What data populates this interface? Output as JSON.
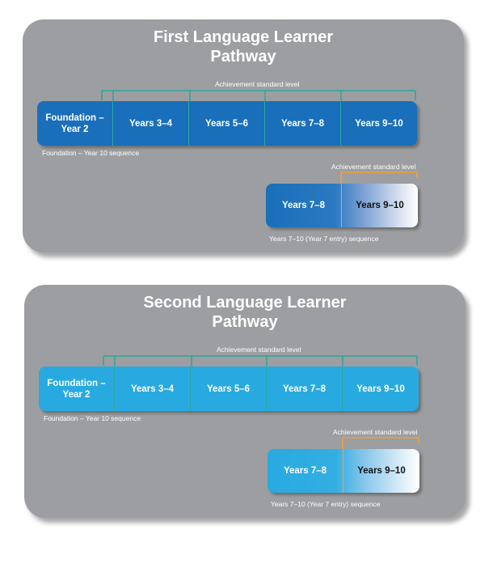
{
  "colors": {
    "panel_bg": "#9d9ea1",
    "teal_bracket": "#2aa79b",
    "orange_bracket": "#f2a03d",
    "first_blue": "#1a6fba",
    "second_blue": "#28aae1"
  },
  "panels": [
    {
      "title_line1": "First Language Learner",
      "title_line2": "Pathway",
      "achievement_label": "Achievement standard level",
      "cells": [
        "Foundation – Year 2",
        "Years 3–4",
        "Years 5–6",
        "Years 7–8",
        "Years 9–10"
      ],
      "sequence_label": "Foundation – Year 10 sequence",
      "short_achievement_label": "Achievement standard level",
      "short_cells": [
        "Years 7–8",
        "Years 9–10"
      ],
      "short_sequence_label": "Years 7–10 (Year 7 entry) sequence"
    },
    {
      "title_line1": "Second Language Learner",
      "title_line2": "Pathway",
      "achievement_label": "Achievement standard level",
      "cells": [
        "Foundation – Year 2",
        "Years 3–4",
        "Years 5–6",
        "Years 7–8",
        "Years 9–10"
      ],
      "sequence_label": "Foundation – Year 10 sequence",
      "short_achievement_label": "Achievement standard level",
      "short_cells": [
        "Years 7–8",
        "Years 9–10"
      ],
      "short_sequence_label": "Years 7–10 (Year 7 entry) sequence"
    }
  ]
}
